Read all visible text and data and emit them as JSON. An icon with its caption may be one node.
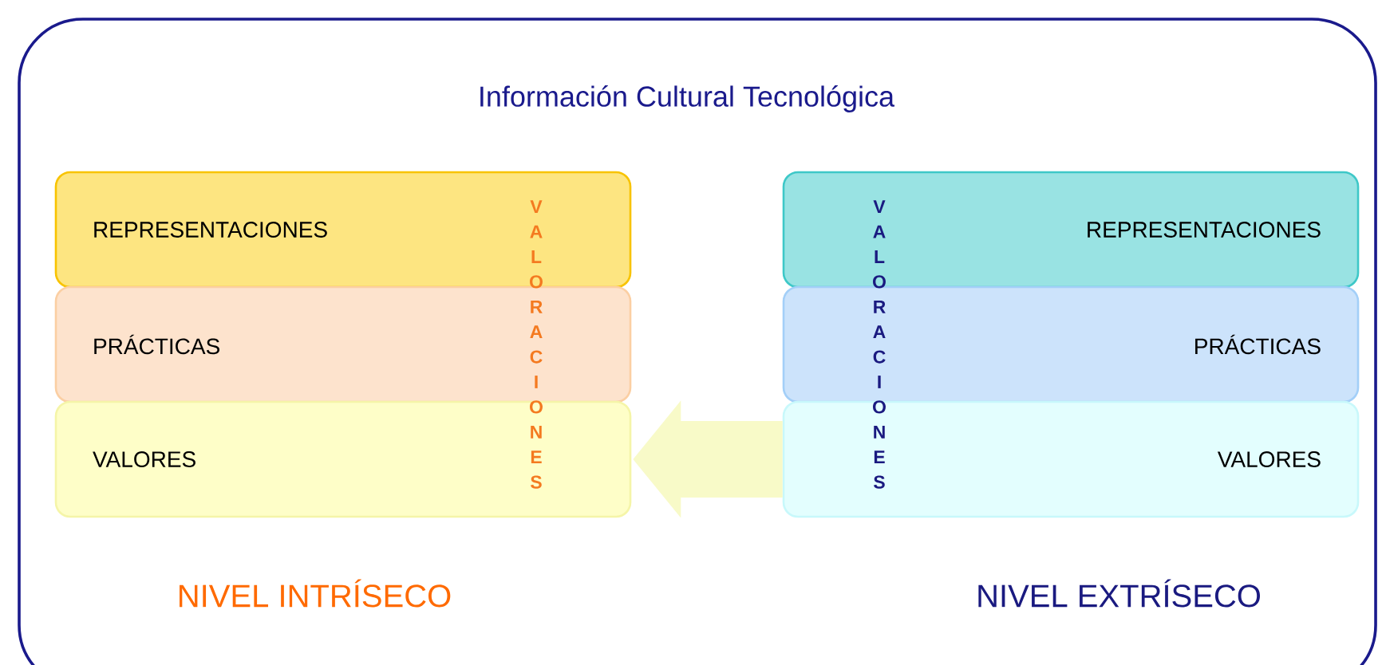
{
  "diagram": {
    "nodes": [
      {
        "text": [
          "Información Cultural Tecnológica"
        ]
      },
      {
        "text": [
          "REPRESENTACIONES"
        ],
        "in": 0
      },
      {
        "text": [
          "PRÁCTICAS"
        ],
        "in": 0
      },
      {
        "text": [
          "VALORES"
        ],
        "in": 0
      },
      {
        "text": [
          "REPRESENTACIONES"
        ],
        "in": 0
      },
      {
        "text": [
          "PRÁCTICAS"
        ],
        "in": 0
      },
      {
        "text": [
          "VALORES"
        ],
        "in": 0
      }
    ],
    "edges": [
      {
        "from": 6,
        "to": 3,
        "arrow": "to"
      }
    ],
    "labels": [
      "VALORACIONES",
      "VALORACIONES",
      "NIVEL INTRÍSECO",
      "NIVEL EXTRÍSECO"
    ]
  }
}
